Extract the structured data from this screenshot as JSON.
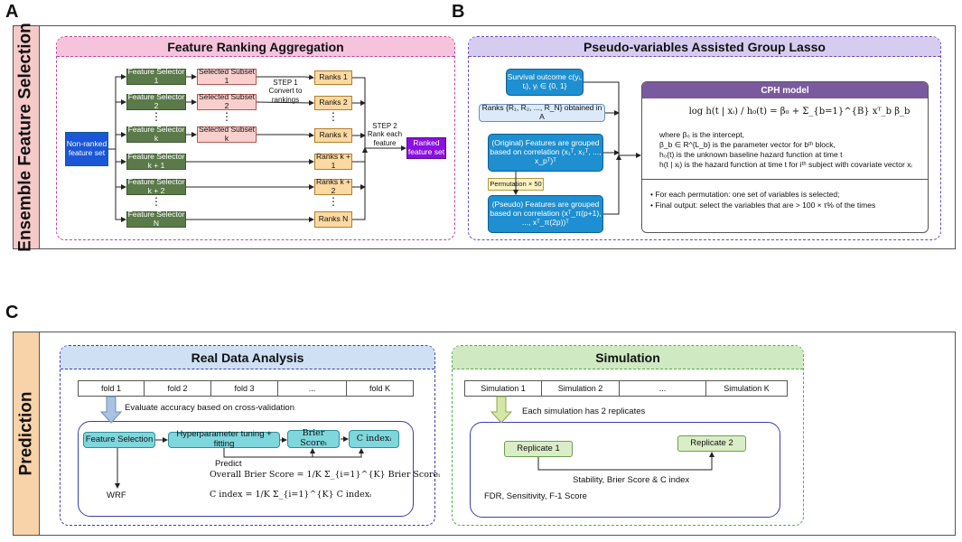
{
  "panels": {
    "a": "A",
    "b": "B",
    "c": "C"
  },
  "sidebar_top": "Ensemble Feature Selection",
  "sidebar_bottom": "Prediction",
  "panel_a": {
    "title": "Feature Ranking Aggregation",
    "input": "Non-ranked feature set",
    "selectors": [
      "Feature Selector 1",
      "Feature Selector 2",
      "Feature Selector k",
      "Feature Selector k + 1",
      "Feature Selector k + 2",
      "Feature Selector N"
    ],
    "subsets": [
      "Selected Subset 1",
      "Selected Subset 2",
      "Selected Subset k"
    ],
    "ranks": [
      "Ranks 1",
      "Ranks 2",
      "Ranks k",
      "Ranks k + 1",
      "Ranks k + 2",
      "Ranks N"
    ],
    "ellipsis": "⋮",
    "step1": "STEP 1 Convert to rankings",
    "step2": "STEP 2 Rank each feature",
    "output": "Ranked feature set"
  },
  "panel_b": {
    "title": "Pseudo-variables Assisted Group Lasso",
    "survival": "Survival outcome c(yᵢ, tᵢ), γᵢ ∈ {0, 1}",
    "ranks_from_a": "Ranks {R₁, R₂, ..., R_N} obtained in A",
    "original": "(Original) Features are grouped based on correlation (x₁ᵀ, x₂ᵀ, ..., x_pᵀ)ᵀ",
    "permutation": "Permutation × 50",
    "pseudo": "(Pseudo) Features are grouped based on correlation (xᵀ_π(p+1), ..., xᵀ_π(2p))ᵀ",
    "cph_title": "CPH model",
    "equation": "log h(t | xᵢ) / h₀(t) = β₀ + Σ_{b=1}^{B} xᵀ_b β_b",
    "where_lines": [
      "where β₀ is the intercept,",
      "β_b ∈ R^{L_b} is the parameter vector for bᵗʰ block,",
      "h₀(t) is the unknown baseline hazard function at time t",
      "h(t | xᵢ) is the hazard function at time t for iᵗʰ subject with covariate vector xᵢ"
    ],
    "bullets": [
      "For each permutation: one set of variables is selected;",
      "Final output: select the variables that are > 100 × τ% of the times"
    ]
  },
  "panel_c": {
    "real": {
      "title": "Real Data Analysis",
      "folds": [
        "fold 1",
        "fold 2",
        "fold 3",
        "...",
        "fold K"
      ],
      "evaluate": "Evaluate accuracy based on cross-validation",
      "fs": "Feature Selection",
      "tuning": "Hyperparameter tuning + fitting",
      "brier": "Brier Scoreᵢ",
      "cindex": "C indexᵢ",
      "predict": "Predict",
      "wrf": "WRF",
      "overall_brier": "Overall Brier Score = 1/K Σ_{i=1}^{K} Brier Scoreᵢ",
      "overall_c": "C index = 1/K Σ_{i=1}^{K} C indexᵢ"
    },
    "sim": {
      "title": "Simulation",
      "sims": [
        "Simulation 1",
        "Simulation 2",
        "...",
        "Simulation K"
      ],
      "each": "Each simulation has 2 replicates",
      "rep1": "Replicate 1",
      "rep2": "Replicate 2",
      "stability": "Stability, Brier Score & C index",
      "fdr": "FDR, Sensitivity, F-1 Score"
    }
  },
  "colors": {
    "pink_title": "#f5c3dc",
    "purple_title": "#d6ccf0",
    "blue_title": "#cfe0f5",
    "green_title": "#cfe9c3",
    "sidebar_top": "#f6c9c9",
    "sidebar_bottom": "#f8d2a8"
  }
}
